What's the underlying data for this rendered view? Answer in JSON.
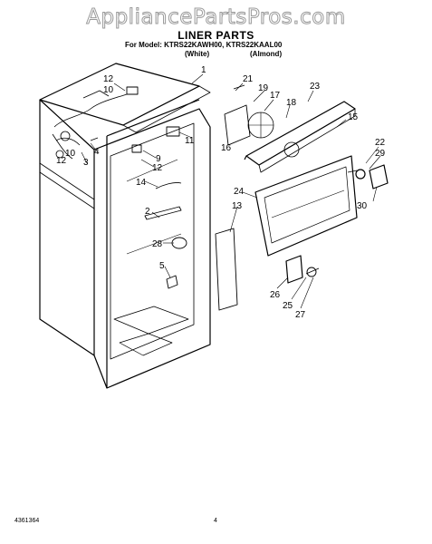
{
  "watermark": "AppliancePartsPros.com",
  "title": "LINER PARTS",
  "model_line": "For Model: KTRS22KAWH00, KTRS22KAAL00",
  "variants": [
    "(White)",
    "(Almond)"
  ],
  "callouts": [
    "1",
    "12",
    "10",
    "21",
    "19",
    "17",
    "23",
    "18",
    "15",
    "11",
    "4",
    "3",
    "10",
    "12",
    "9",
    "12",
    "16",
    "22",
    "29",
    "24",
    "14",
    "2",
    "13",
    "28",
    "30",
    "5",
    "26",
    "25",
    "27"
  ],
  "footer": {
    "doc_number": "4361364",
    "page_number": "4"
  }
}
